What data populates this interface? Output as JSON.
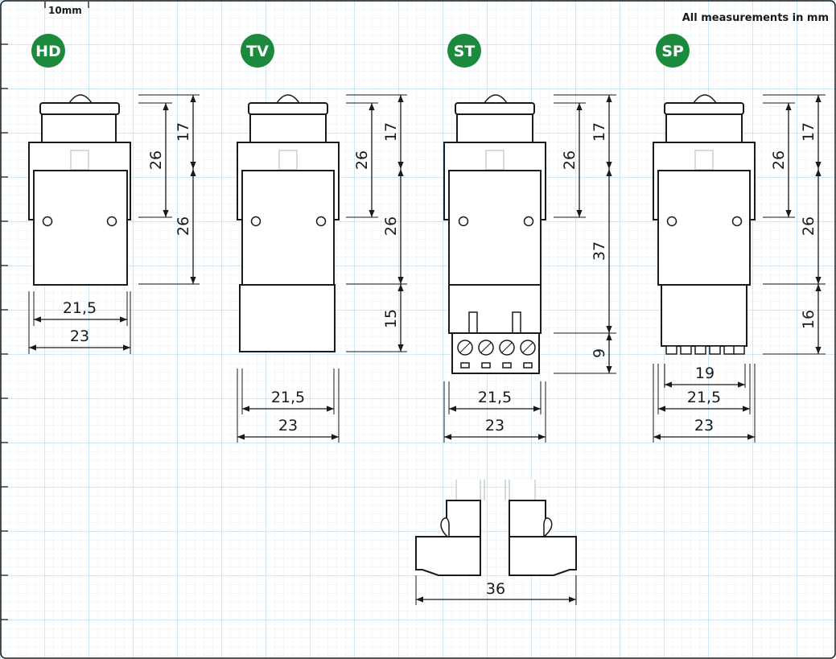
{
  "header": {
    "scale_label": "10mm",
    "units_note": "All measurements in mm"
  },
  "colors": {
    "badge": "#1b8a3c",
    "grid_minor": "#cfe6f5",
    "grid_major": "#9fcbe8",
    "line": "#1a1a1a"
  },
  "models": [
    {
      "code": "HD",
      "dims": [
        "17",
        "26",
        "26",
        "21,5",
        "23"
      ]
    },
    {
      "code": "TV",
      "dims": [
        "17",
        "26",
        "26",
        "15",
        "21,5",
        "23"
      ]
    },
    {
      "code": "ST",
      "dims": [
        "17",
        "26",
        "37",
        "9",
        "21,5",
        "23"
      ]
    },
    {
      "code": "SP",
      "dims": [
        "17",
        "26",
        "26",
        "16",
        "19",
        "21,5",
        "23"
      ]
    }
  ],
  "bottom_view": {
    "width": "36"
  }
}
